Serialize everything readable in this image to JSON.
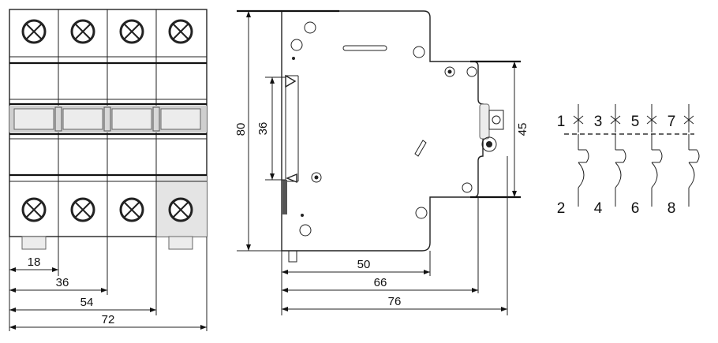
{
  "front_view": {
    "dimensions": [
      "18",
      "36",
      "54",
      "72"
    ]
  },
  "side_view": {
    "height_dims": [
      "80",
      "36",
      "45"
    ],
    "width_dims": [
      "50",
      "66",
      "76"
    ]
  },
  "schematic": {
    "top_terminals": [
      "1",
      "3",
      "5",
      "7"
    ],
    "bottom_terminals": [
      "2",
      "4",
      "6",
      "8"
    ]
  }
}
